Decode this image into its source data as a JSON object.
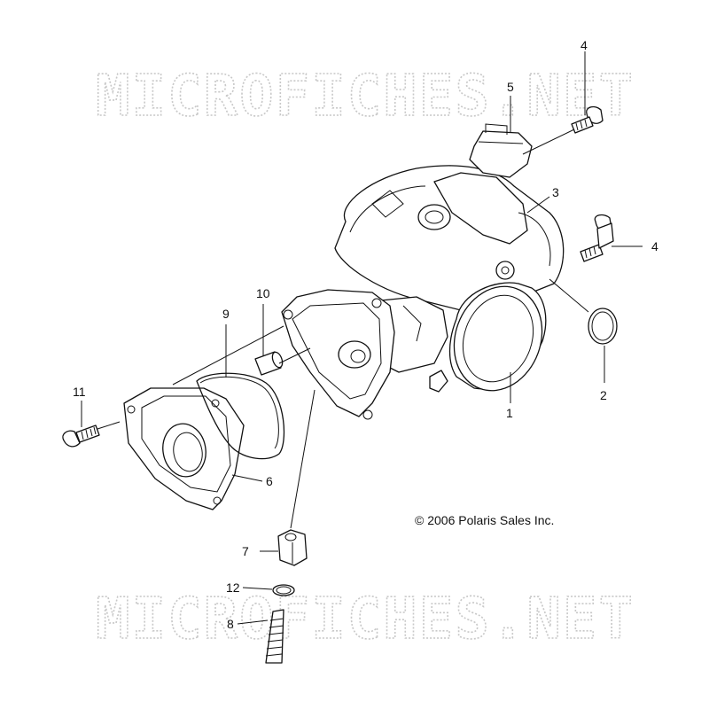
{
  "watermark": {
    "text": "MICROFICHES.NET"
  },
  "copyright": "© 2006 Polaris Sales Inc.",
  "callouts": [
    {
      "id": "callout-1",
      "label": "1"
    },
    {
      "id": "callout-2",
      "label": "2"
    },
    {
      "id": "callout-3",
      "label": "3"
    },
    {
      "id": "callout-4a",
      "label": "4"
    },
    {
      "id": "callout-4b",
      "label": "4"
    },
    {
      "id": "callout-5",
      "label": "5"
    },
    {
      "id": "callout-6",
      "label": "6"
    },
    {
      "id": "callout-7",
      "label": "7"
    },
    {
      "id": "callout-8",
      "label": "8"
    },
    {
      "id": "callout-9",
      "label": "9"
    },
    {
      "id": "callout-10",
      "label": "10"
    },
    {
      "id": "callout-11",
      "label": "11"
    },
    {
      "id": "callout-12",
      "label": "12"
    }
  ],
  "colors": {
    "line": "#111111",
    "watermark": "#c8c8c8",
    "background": "#ffffff"
  }
}
